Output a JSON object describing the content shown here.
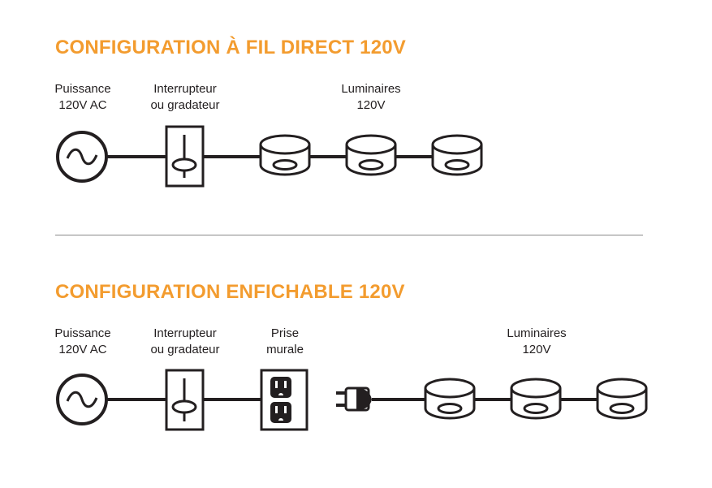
{
  "colors": {
    "title": "#f39c2f",
    "line": "#231f20",
    "divider": "#8a8a8a"
  },
  "section1": {
    "title": "CONFIGURATION À FIL DIRECT 120V",
    "power_label": [
      "Puissance",
      "120V AC"
    ],
    "switch_label": [
      "Interrupteur",
      "ou gradateur"
    ],
    "fixtures_label": [
      "Luminaires",
      "120V"
    ]
  },
  "section2": {
    "title": "CONFIGURATION ENFICHABLE 120V",
    "power_label": [
      "Puissance",
      "120V AC"
    ],
    "switch_label": [
      "Interrupteur",
      "ou gradateur"
    ],
    "outlet_label": [
      "Prise",
      "murale"
    ],
    "fixtures_label": [
      "Luminaires",
      "120V"
    ]
  },
  "icons": [
    "ac-source-icon",
    "switch-icon",
    "puck-light-icon",
    "wall-outlet-icon",
    "plug-icon"
  ]
}
